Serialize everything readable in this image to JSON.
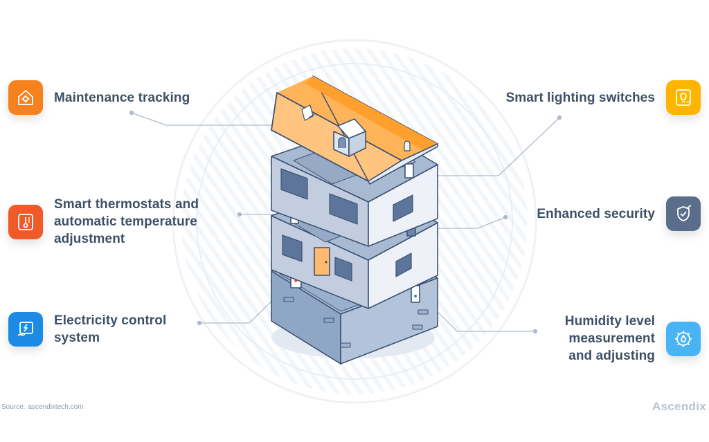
{
  "features": {
    "maintenance": {
      "label": "Maintenance tracking",
      "icon": "gear-house-icon",
      "color": "#f5821f"
    },
    "thermostat": {
      "line1": "Smart thermostats and",
      "line2": "automatic temperature",
      "line3": "adjustment",
      "icon": "thermometer-icon",
      "color": "#f05a28"
    },
    "electricity": {
      "line1": "Electricity control",
      "line2": "system",
      "icon": "plug-icon",
      "color": "#1d8be5"
    },
    "lighting": {
      "label": "Smart lighting switches",
      "icon": "lightbulb-icon",
      "color": "#ffb400"
    },
    "security": {
      "label": "Enhanced security",
      "icon": "shield-icon",
      "color": "#5a6e8c"
    },
    "humidity": {
      "line1": "Humidity level",
      "line2": "measurement",
      "line3": "and adjusting",
      "icon": "humidity-gear-icon",
      "color": "#49b4f5"
    }
  },
  "footer": {
    "source_label": "Source:",
    "source_value": "ascendixtech.com",
    "brand": "Ascendix"
  }
}
